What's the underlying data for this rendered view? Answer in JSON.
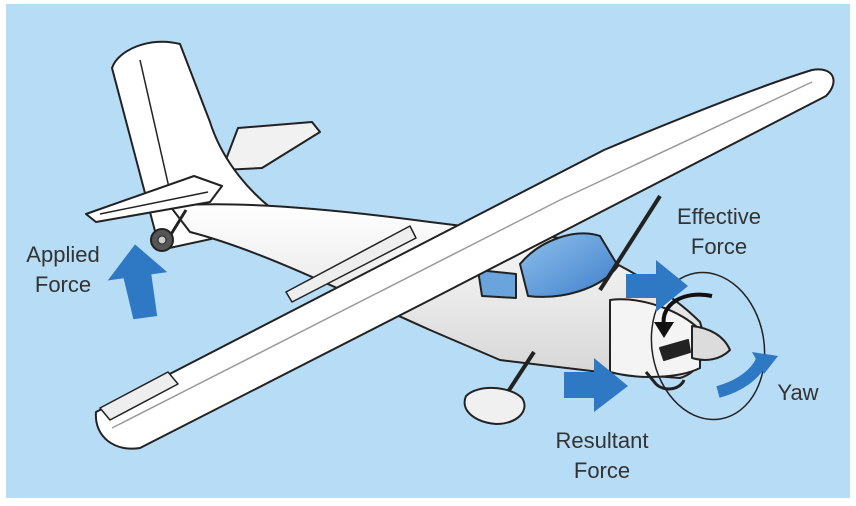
{
  "colors": {
    "sky": "#b6dcf6",
    "arrow": "#2f79c4",
    "plane_fill": "#ffffff",
    "plane_shade": "#d9d9d9",
    "outline": "#222222",
    "window": "#5a97d8"
  },
  "labels": {
    "applied_force": [
      "Applied",
      "Force"
    ],
    "effective_force": [
      "Effective",
      "Force"
    ],
    "resultant_force": [
      "Resultant",
      "Force"
    ],
    "yaw": "Yaw"
  }
}
